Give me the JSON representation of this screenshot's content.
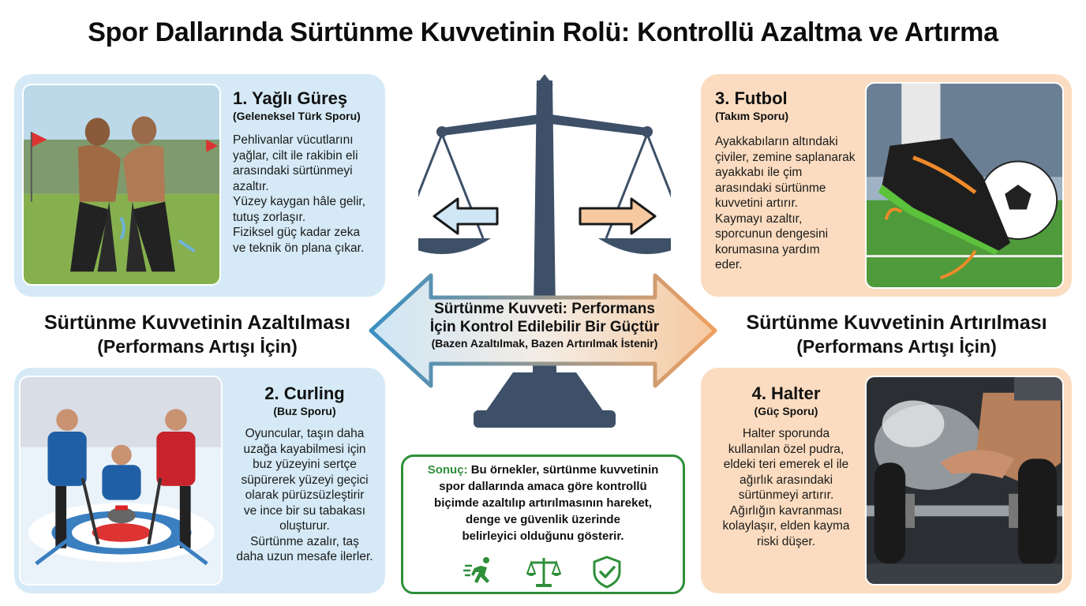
{
  "title": "Spor Dallarında Sürtünme Kuvvetinin Rolü: Kontrollü Azaltma ve Artırma",
  "center": {
    "line1": "Sürtünme Kuvveti: Performans",
    "line2": "İçin Kontrol Edilebilir Bir Güçtür",
    "line3": "(Bazen Azaltılmak, Bazen Artırılmak İstenir)"
  },
  "left_heading": {
    "line1": "Sürtünme Kuvvetinin Azaltılması",
    "line2": "(Performans Artışı İçin)"
  },
  "right_heading": {
    "line1": "Sürtünme Kuvvetinin Artırılması",
    "line2": "(Performans Artışı İçin)"
  },
  "cards": [
    {
      "title": "1. Yağlı Güreş",
      "subtitle": "(Geleneksel Türk Sporu)",
      "lines": [
        "Pehlivanlar vücutlarını",
        "yağlar, cilt ile rakibin eli",
        "arasındaki sürtünmeyi",
        "azaltır.",
        "Yüzey kaygan hâle gelir,",
        "tutuş zorlaşır.",
        "Fiziksel güç kadar zeka",
        "ve teknik ön plana çıkar."
      ]
    },
    {
      "title": "2. Curling",
      "subtitle": "(Buz Sporu)",
      "lines": [
        "Oyuncular, taşın daha",
        "uzağa kayabilmesi için",
        "buz yüzeyini sertçe",
        "süpürerek yüzeyi geçici",
        "olarak pürüzsüzleştirir",
        "ve ince bir su tabakası",
        "oluşturur.",
        "Sürtünme azalır, taş",
        "daha uzun mesafe ilerler."
      ]
    },
    {
      "title": "3. Futbol",
      "subtitle": "(Takım Sporu)",
      "lines": [
        "Ayakkabıların altındaki",
        "çiviler, zemine saplanarak",
        "ayakkabı ile çim",
        "arasındaki sürtünme",
        "kuvvetini artırır.",
        "Kaymayı azaltır,",
        "sporcunun dengesini",
        "korumasına yardım",
        "eder."
      ]
    },
    {
      "title": "4. Halter",
      "subtitle": "(Güç Sporu)",
      "lines": [
        "Halter sporunda",
        "kullanılan özel pudra,",
        "eldeki teri emerek el ile",
        "ağırlık arasındaki",
        "sürtünmeyi artırır.",
        "Ağırlığın kavranması",
        "kolaylaşır, elden kayma",
        "riski düşer."
      ]
    }
  ],
  "conclusion": {
    "label": "Sonuç:",
    "first_line_rest": " Bu örnekler, sürtünme kuvvetinin",
    "lines": [
      "spor dallarında amaca göre kontrollü",
      "biçimde azaltılıp artırılmasının hareket,",
      "denge ve güvenlik üzerinde",
      "belirleyici olduğunu gösterir."
    ],
    "icons": [
      "running-person-icon",
      "balance-scale-icon",
      "shield-check-icon"
    ]
  },
  "colors": {
    "blue_card": "#d5eaf6",
    "orange_card": "#fbdcc0",
    "scale": "#3d5068",
    "arrow_left": "#3a8fc2",
    "arrow_right": "#f0a060",
    "conclusion_green": "#2f8f3a"
  }
}
